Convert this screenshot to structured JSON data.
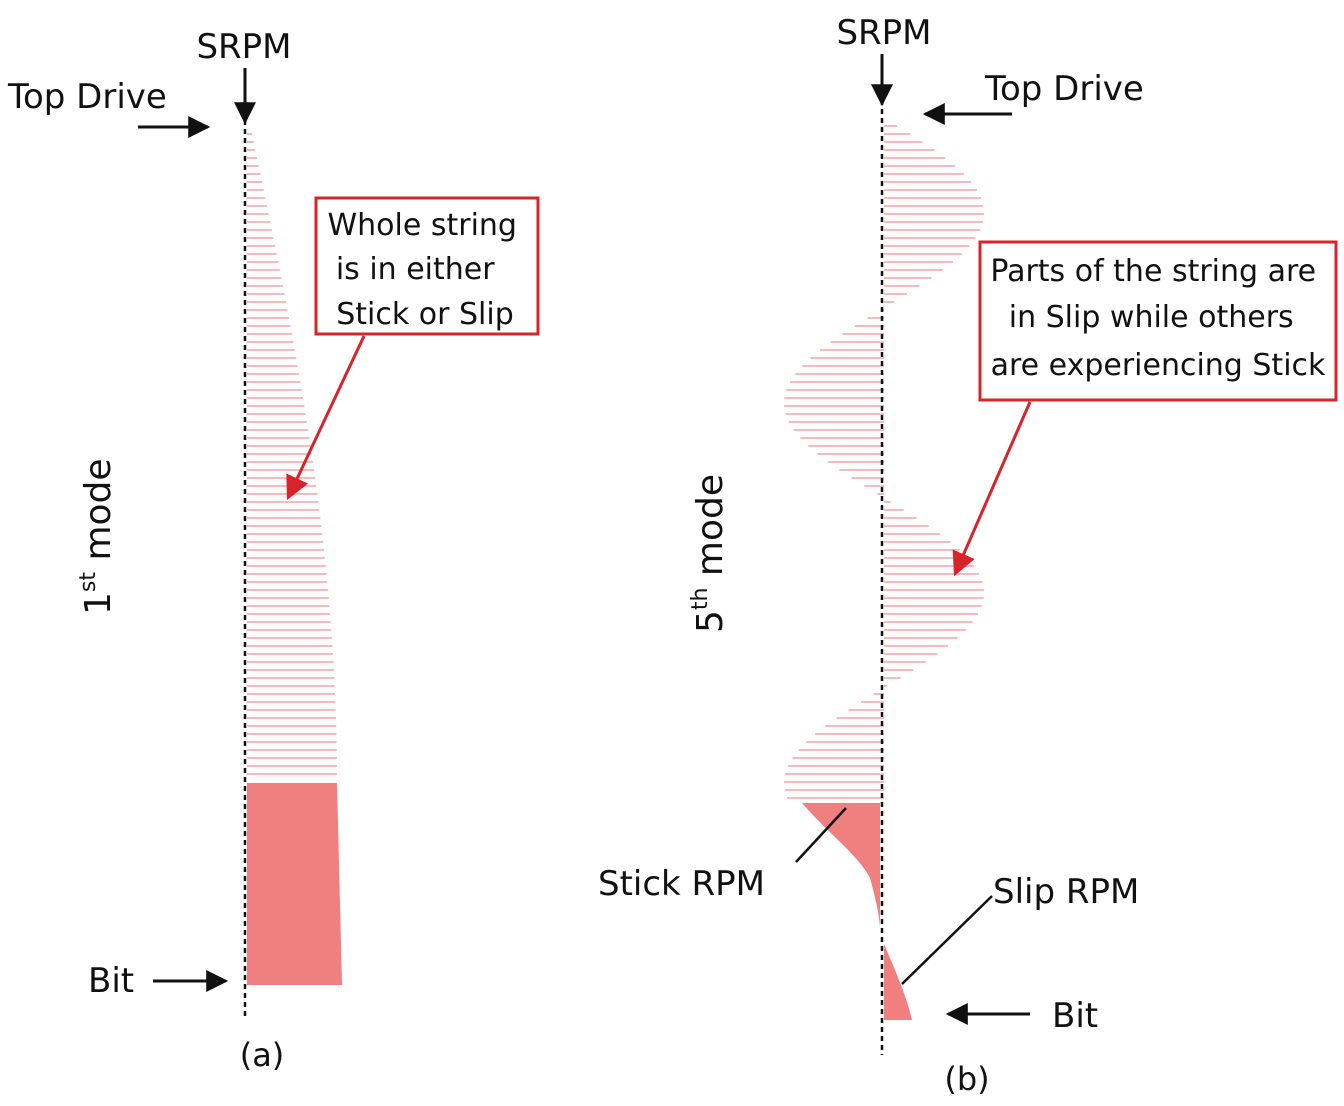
{
  "colors": {
    "axis": "#111111",
    "stripe": "#f2a6a6",
    "fill": "#f07f80",
    "callout": "#d8232a"
  },
  "panel_a": {
    "srpm_label": "SRPM",
    "top_drive_label": "Top Drive",
    "bit_label": "Bit",
    "mode_number": "1",
    "mode_suffix": "st",
    "mode_word": " mode",
    "caption": "(a)",
    "callout_lines": [
      "Whole string",
      "is in either",
      "Stick or Slip"
    ]
  },
  "panel_b": {
    "srpm_label": "SRPM",
    "top_drive_label": "Top Drive",
    "bit_label": "Bit",
    "mode_number": "5",
    "mode_suffix": "th",
    "mode_word": " mode",
    "caption": "(b)",
    "stick_label": "Stick RPM",
    "slip_label": "Slip RPM",
    "callout_lines": [
      "Parts of the string are",
      "in Slip while others",
      "are experiencing Stick"
    ]
  }
}
